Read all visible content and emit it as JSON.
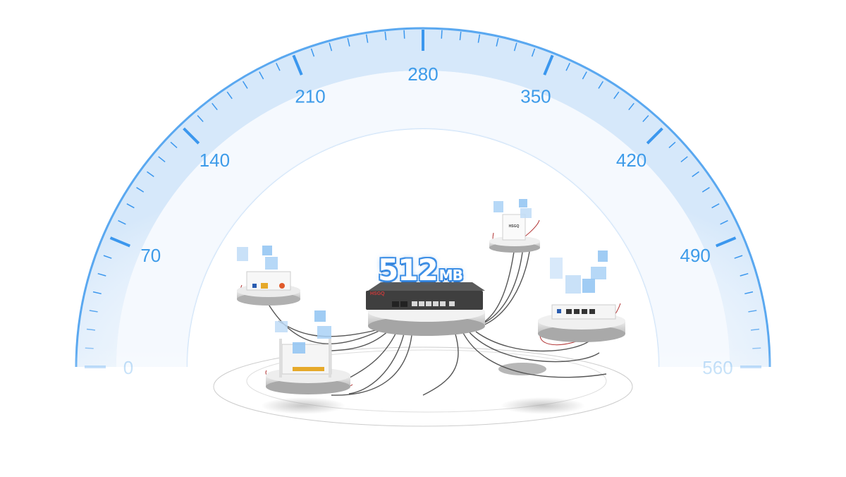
{
  "gauge": {
    "tick_labels": [
      "0",
      "70",
      "140",
      "210",
      "280",
      "350",
      "420",
      "490",
      "560"
    ],
    "min": 0,
    "max": 560,
    "accent_color": "#3b97ee",
    "label_color": "#3d9be9"
  },
  "speed": {
    "value": "512",
    "unit": "MB"
  },
  "devices": {
    "main_switch_brand": "HSGQ",
    "wall_ap_brand": "HSGQ"
  },
  "icons": [
    "phone-icon",
    "tablet-icon",
    "monitor-icon",
    "telephone-icon",
    "tv-icon",
    "speaker-icon",
    "camera-icon",
    "microphone-icon"
  ]
}
